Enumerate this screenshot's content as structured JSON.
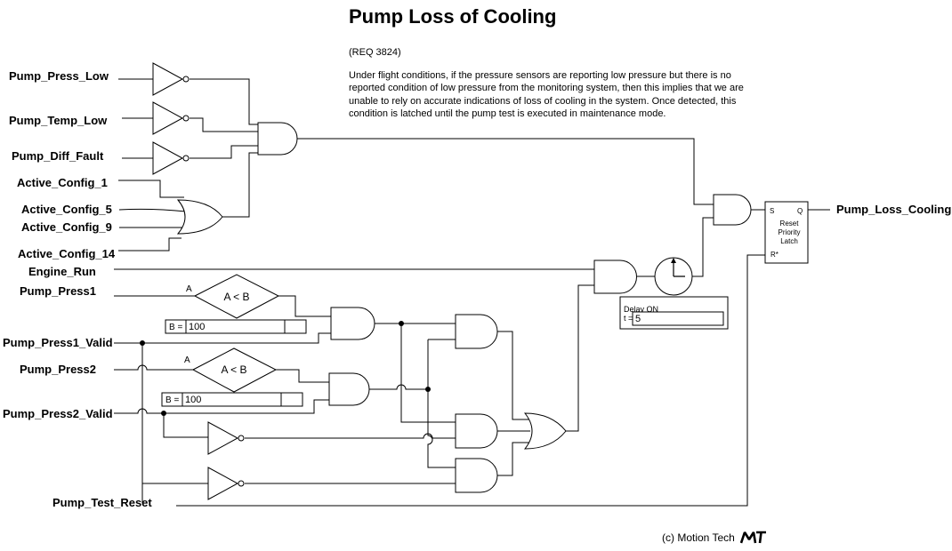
{
  "title": "Pump Loss of Cooling",
  "requirement": "(REQ 3824)",
  "description": "Under flight conditions, if the pressure sensors are reporting low pressure but there is no reported condition of low pressure from the monitoring system, then this implies that we are unable to rely on accurate indications of loss of cooling in the system.  Once detected, this condition is latched until the pump test is executed in maintenance mode.",
  "inputs": {
    "pump_press_low": "Pump_Press_Low",
    "pump_temp_low": "Pump_Temp_Low",
    "pump_diff_fault": "Pump_Diff_Fault",
    "active_config_1": "Active_Config_1",
    "active_config_5": "Active_Config_5",
    "active_config_9": "Active_Config_9",
    "active_config_14": "Active_Config_14",
    "engine_run": "Engine_Run",
    "pump_press1": "Pump_Press1",
    "pump_press1_valid": "Pump_Press1_Valid",
    "pump_press2": "Pump_Press2",
    "pump_press2_valid": "Pump_Press2_Valid",
    "pump_test_reset": "Pump_Test_Reset"
  },
  "output": "Pump_Loss_Cooling",
  "comparators": [
    {
      "port_label": "A",
      "operator": "A < B",
      "b_prefix": "B =",
      "b_value": "100"
    },
    {
      "port_label": "A",
      "operator": "A < B",
      "b_prefix": "B =",
      "b_value": "100"
    }
  ],
  "timer": {
    "mode": "Delay ON",
    "t_prefix": "t =",
    "t_value": "5"
  },
  "latch": {
    "set_port": "S",
    "out_port": "Q",
    "reset_port": "R*",
    "line1": "Reset",
    "line2": "Priority",
    "line3": "Latch"
  },
  "footer": "(c) Motion Tech",
  "logo_text": "MT"
}
